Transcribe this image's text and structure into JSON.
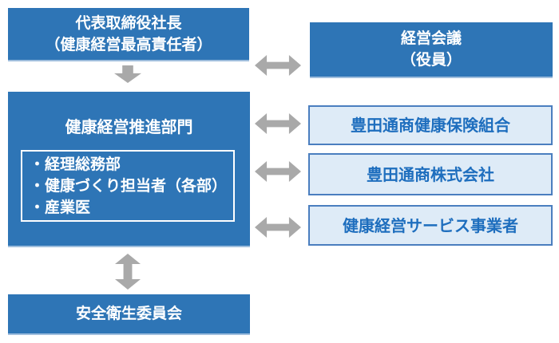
{
  "colors": {
    "dark_box_fill": "#2E75B6",
    "dark_box_bottom_edge": "#9FBEDD",
    "dark_box_text": "#FFFFFF",
    "light_box_fill": "#DEEBF7",
    "light_box_border": "#4A7EBF",
    "light_box_text": "#1E6EBE",
    "arrow_gray": "#A9A9A9",
    "background": "#FFFFFF"
  },
  "diagram": {
    "president": {
      "line1": "代表取締役社長",
      "line2": "（健康経営最高責任者）"
    },
    "management_meeting": {
      "line1": "経営会議",
      "line2": "（役員）"
    },
    "promotion": {
      "title": "健康経営推進部門",
      "members": [
        "・経理総務部",
        "・健康づくり担当者（各部）",
        "・産業医"
      ]
    },
    "safety_committee": {
      "label": "安全衛生委員会"
    },
    "health_insurance": {
      "label": "豊田通商健康保険組合"
    },
    "company": {
      "label": "豊田通商株式会社"
    },
    "service_provider": {
      "label": "健康経営サービス事業者"
    }
  }
}
